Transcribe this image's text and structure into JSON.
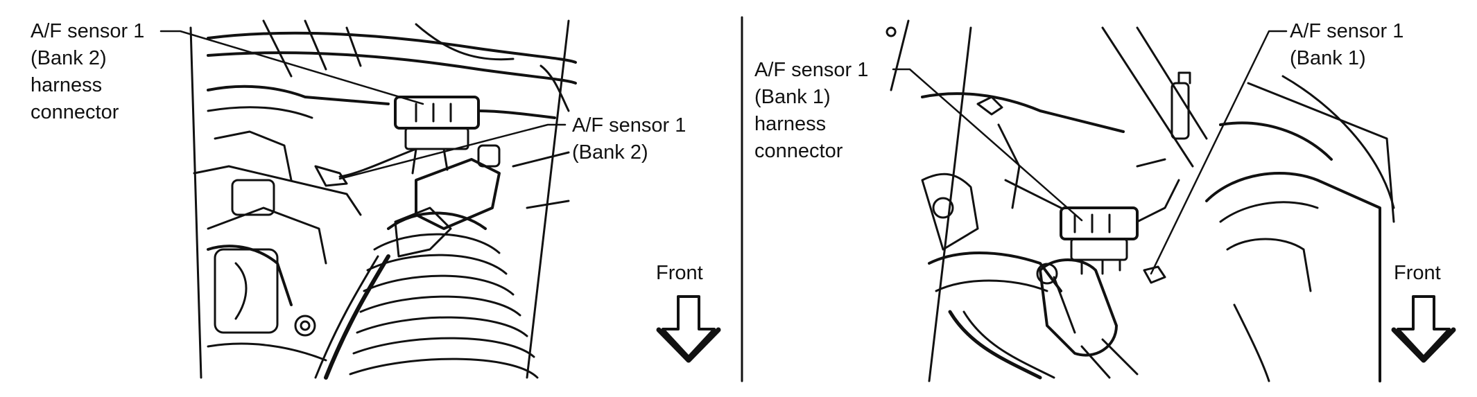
{
  "left_panel": {
    "callout_harness": [
      "A/F sensor 1",
      "(Bank 2)",
      "harness",
      "connector"
    ],
    "callout_sensor": [
      "A/F sensor 1",
      "(Bank 2)"
    ],
    "front_label": "Front"
  },
  "right_panel": {
    "callout_harness": [
      "A/F sensor 1",
      "(Bank 1)",
      "harness",
      "connector"
    ],
    "callout_sensor": [
      "A/F sensor 1",
      "(Bank 1)"
    ],
    "front_label": "Front"
  },
  "colors": {
    "ink": "#111111",
    "background": "#ffffff"
  }
}
